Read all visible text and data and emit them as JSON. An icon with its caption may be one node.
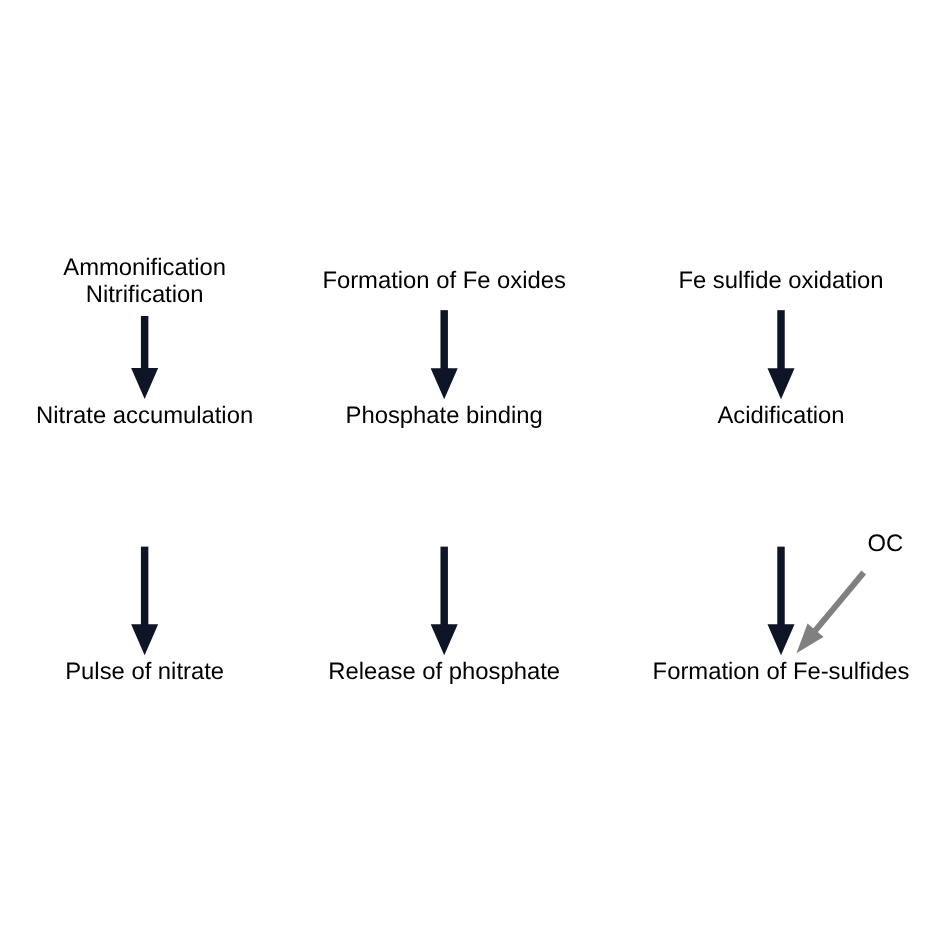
{
  "diagram": {
    "nodes": [
      {
        "text": [
          "Ammonification",
          "Nitrification"
        ]
      },
      {
        "text": [
          "Formation of Fe oxides"
        ]
      },
      {
        "text": [
          "Fe sulfide oxidation"
        ]
      },
      {
        "text": [
          "Nitrate accumulation"
        ]
      },
      {
        "text": [
          "Phosphate binding"
        ]
      },
      {
        "text": [
          "Acidification"
        ]
      },
      {
        "text": [
          "Pulse of nitrate"
        ]
      },
      {
        "text": [
          "Release of phosphate"
        ]
      },
      {
        "text": [
          "Formation of Fe-sulfides"
        ]
      },
      {
        "text": [
          "OC"
        ]
      }
    ],
    "edges": [
      {
        "from": 0,
        "to": 3,
        "arrow": "to"
      },
      {
        "from": 1,
        "to": 4,
        "arrow": "to"
      },
      {
        "from": 2,
        "to": 5,
        "arrow": "to"
      },
      {
        "from": null,
        "to": 6,
        "arrow": "to"
      },
      {
        "from": null,
        "to": 7,
        "arrow": "to"
      },
      {
        "from": null,
        "to": 8,
        "arrow": "to"
      },
      {
        "from": 9,
        "to": 8,
        "arrow": "to",
        "color": "#808080"
      }
    ]
  }
}
